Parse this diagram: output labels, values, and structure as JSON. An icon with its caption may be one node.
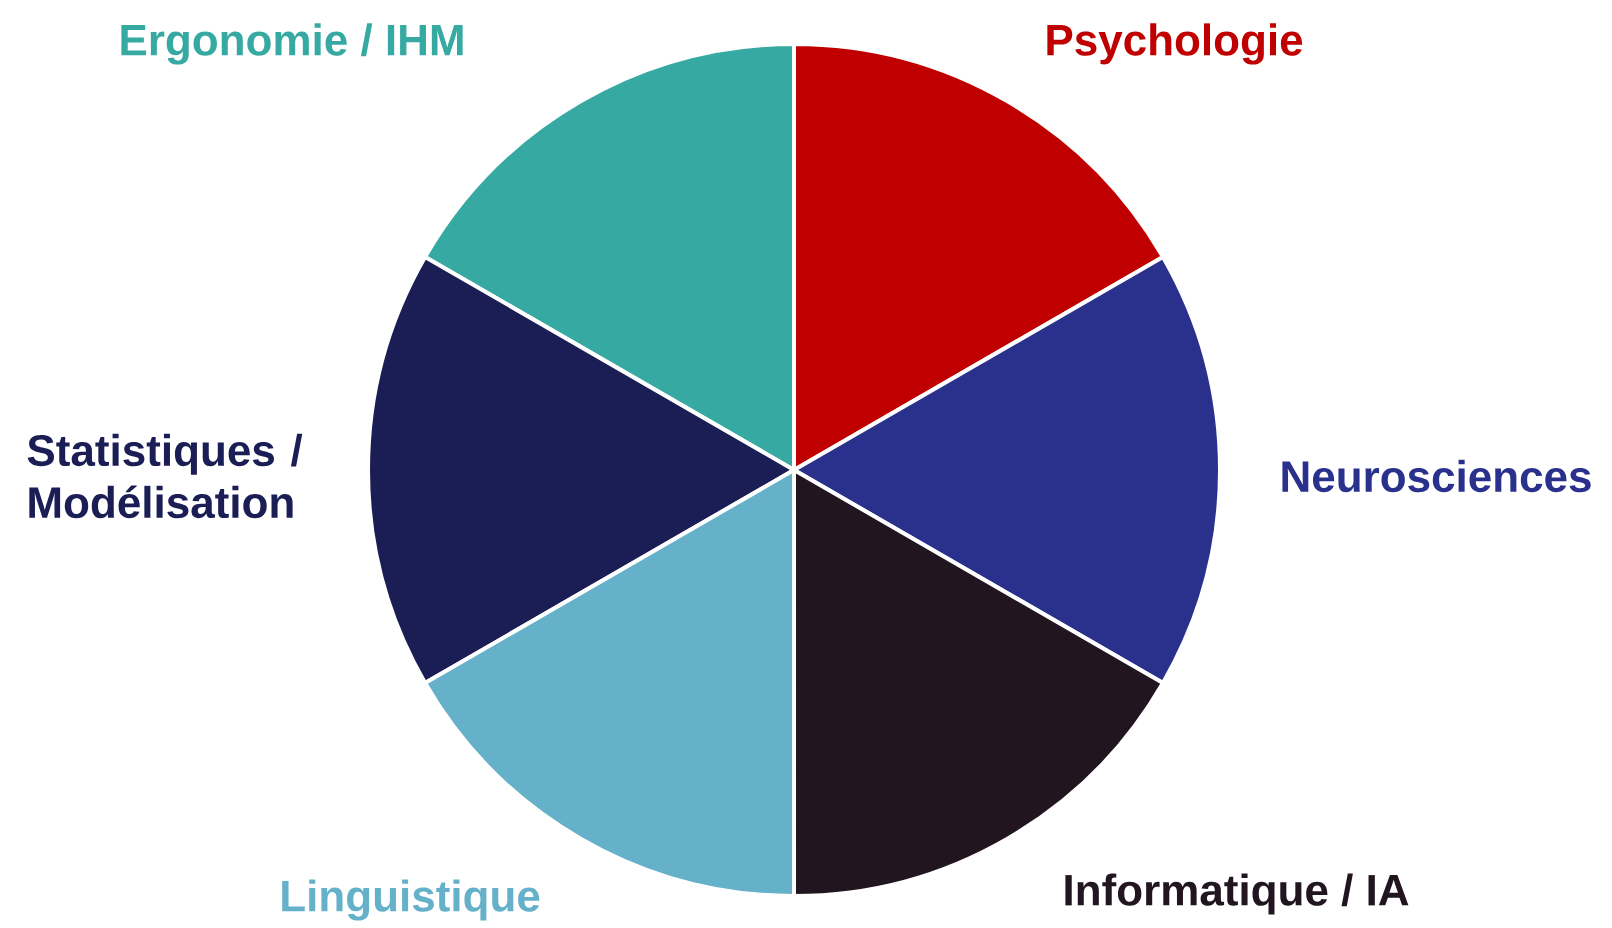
{
  "diagram": {
    "nodes": [
      {
        "text": [
          "Ergonomie / IHM"
        ]
      },
      {
        "text": [
          "Psychologie"
        ]
      },
      {
        "text": [
          "Statistiques / Modélisation"
        ]
      },
      {
        "text": [
          "Neurosciences"
        ]
      },
      {
        "text": [
          "Linguistique"
        ]
      },
      {
        "text": [
          "Informatique / IA"
        ]
      }
    ]
  }
}
